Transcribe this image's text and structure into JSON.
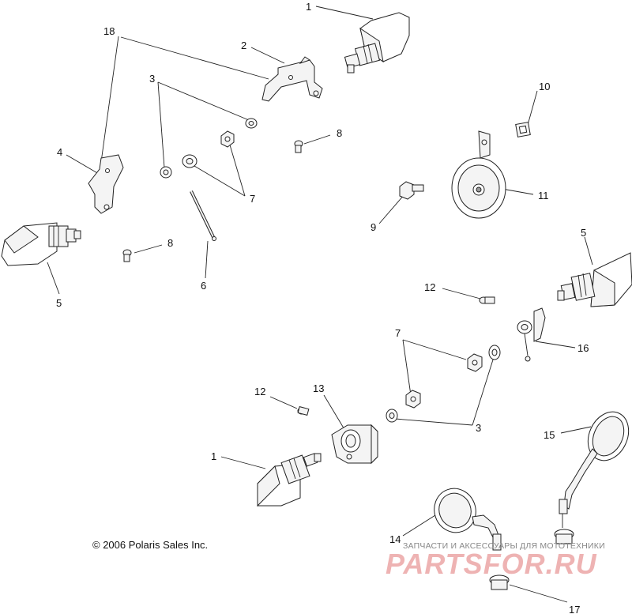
{
  "callouts": {
    "c1_top": "1",
    "c18": "18",
    "c2": "2",
    "c3_top": "3",
    "c10": "10",
    "c8_top": "8",
    "c4": "4",
    "c7_top": "7",
    "c11": "11",
    "c9": "9",
    "c8_left": "8",
    "c5_left": "5",
    "c6": "6",
    "c5_right": "5",
    "c12_right": "12",
    "c7_mid": "7",
    "c16": "16",
    "c12_left": "12",
    "c13": "13",
    "c3_mid": "3",
    "c15": "15",
    "c1_bottom": "1",
    "c14": "14",
    "c17": "17"
  },
  "copyright": "© 2006 Polaris Sales Inc.",
  "watermark": {
    "tagline": "ЗАПЧАСТИ И АКСЕССУАРЫ ДЛЯ МОТОТЕХНИКИ",
    "brand": "PARTSFOR.RU"
  }
}
